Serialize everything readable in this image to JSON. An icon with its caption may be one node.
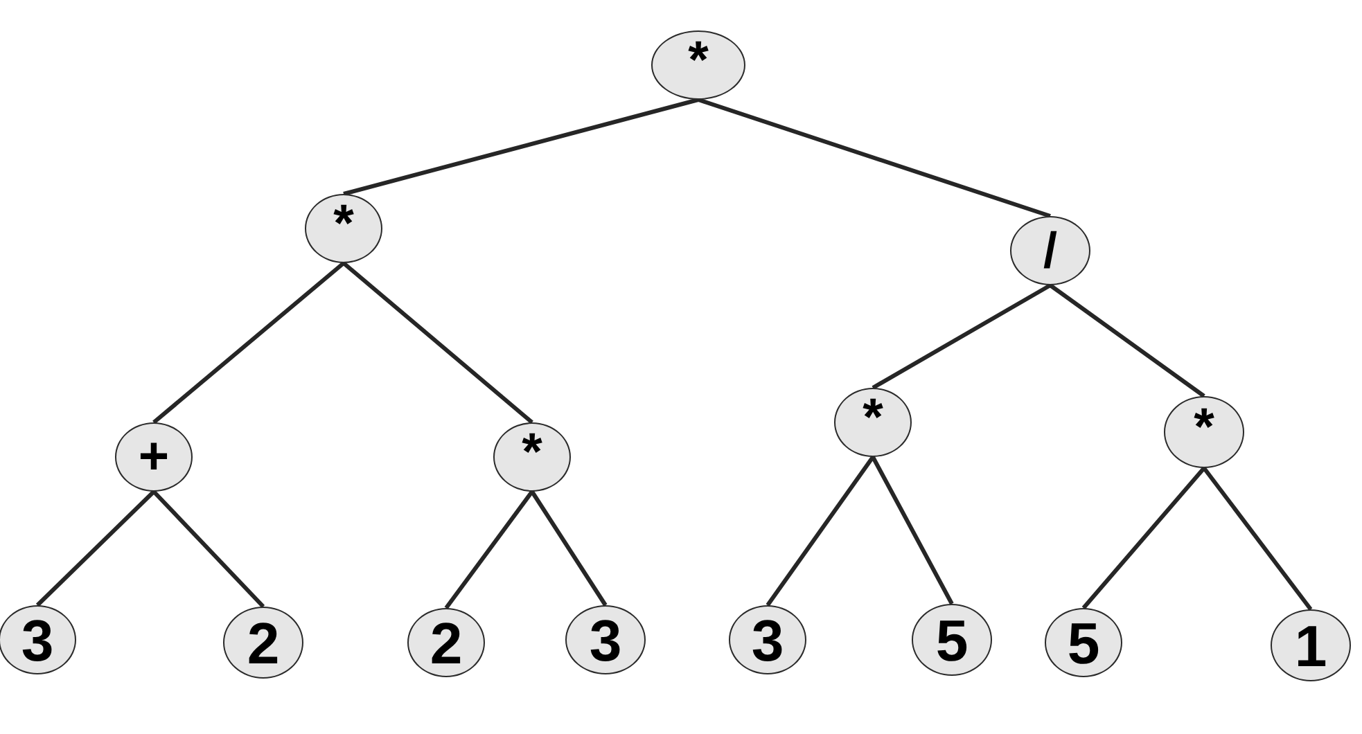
{
  "diagram": {
    "nodes": [
      {
        "text": [
          "*"
        ]
      },
      {
        "text": [
          "*"
        ]
      },
      {
        "text": [
          "/"
        ]
      },
      {
        "text": [
          "+"
        ]
      },
      {
        "text": [
          "*"
        ]
      },
      {
        "text": [
          "*"
        ]
      },
      {
        "text": [
          "*"
        ]
      },
      {
        "text": [
          "3"
        ]
      },
      {
        "text": [
          "2"
        ]
      },
      {
        "text": [
          "2"
        ]
      },
      {
        "text": [
          "3"
        ]
      },
      {
        "text": [
          "3"
        ]
      },
      {
        "text": [
          "5"
        ]
      },
      {
        "text": [
          "5"
        ]
      },
      {
        "text": [
          "1"
        ]
      }
    ],
    "edges": [
      {
        "from": 0,
        "to": 1,
        "arrow": "none"
      },
      {
        "from": 0,
        "to": 2,
        "arrow": "none"
      },
      {
        "from": 1,
        "to": 3,
        "arrow": "none"
      },
      {
        "from": 1,
        "to": 4,
        "arrow": "none"
      },
      {
        "from": 2,
        "to": 5,
        "arrow": "none"
      },
      {
        "from": 2,
        "to": 6,
        "arrow": "none"
      },
      {
        "from": 3,
        "to": 7,
        "arrow": "none"
      },
      {
        "from": 3,
        "to": 8,
        "arrow": "none"
      },
      {
        "from": 4,
        "to": 9,
        "arrow": "none"
      },
      {
        "from": 4,
        "to": 10,
        "arrow": "none"
      },
      {
        "from": 5,
        "to": 11,
        "arrow": "none"
      },
      {
        "from": 5,
        "to": 12,
        "arrow": "none"
      },
      {
        "from": 6,
        "to": 13,
        "arrow": "none"
      },
      {
        "from": 6,
        "to": 14,
        "arrow": "none"
      }
    ]
  }
}
